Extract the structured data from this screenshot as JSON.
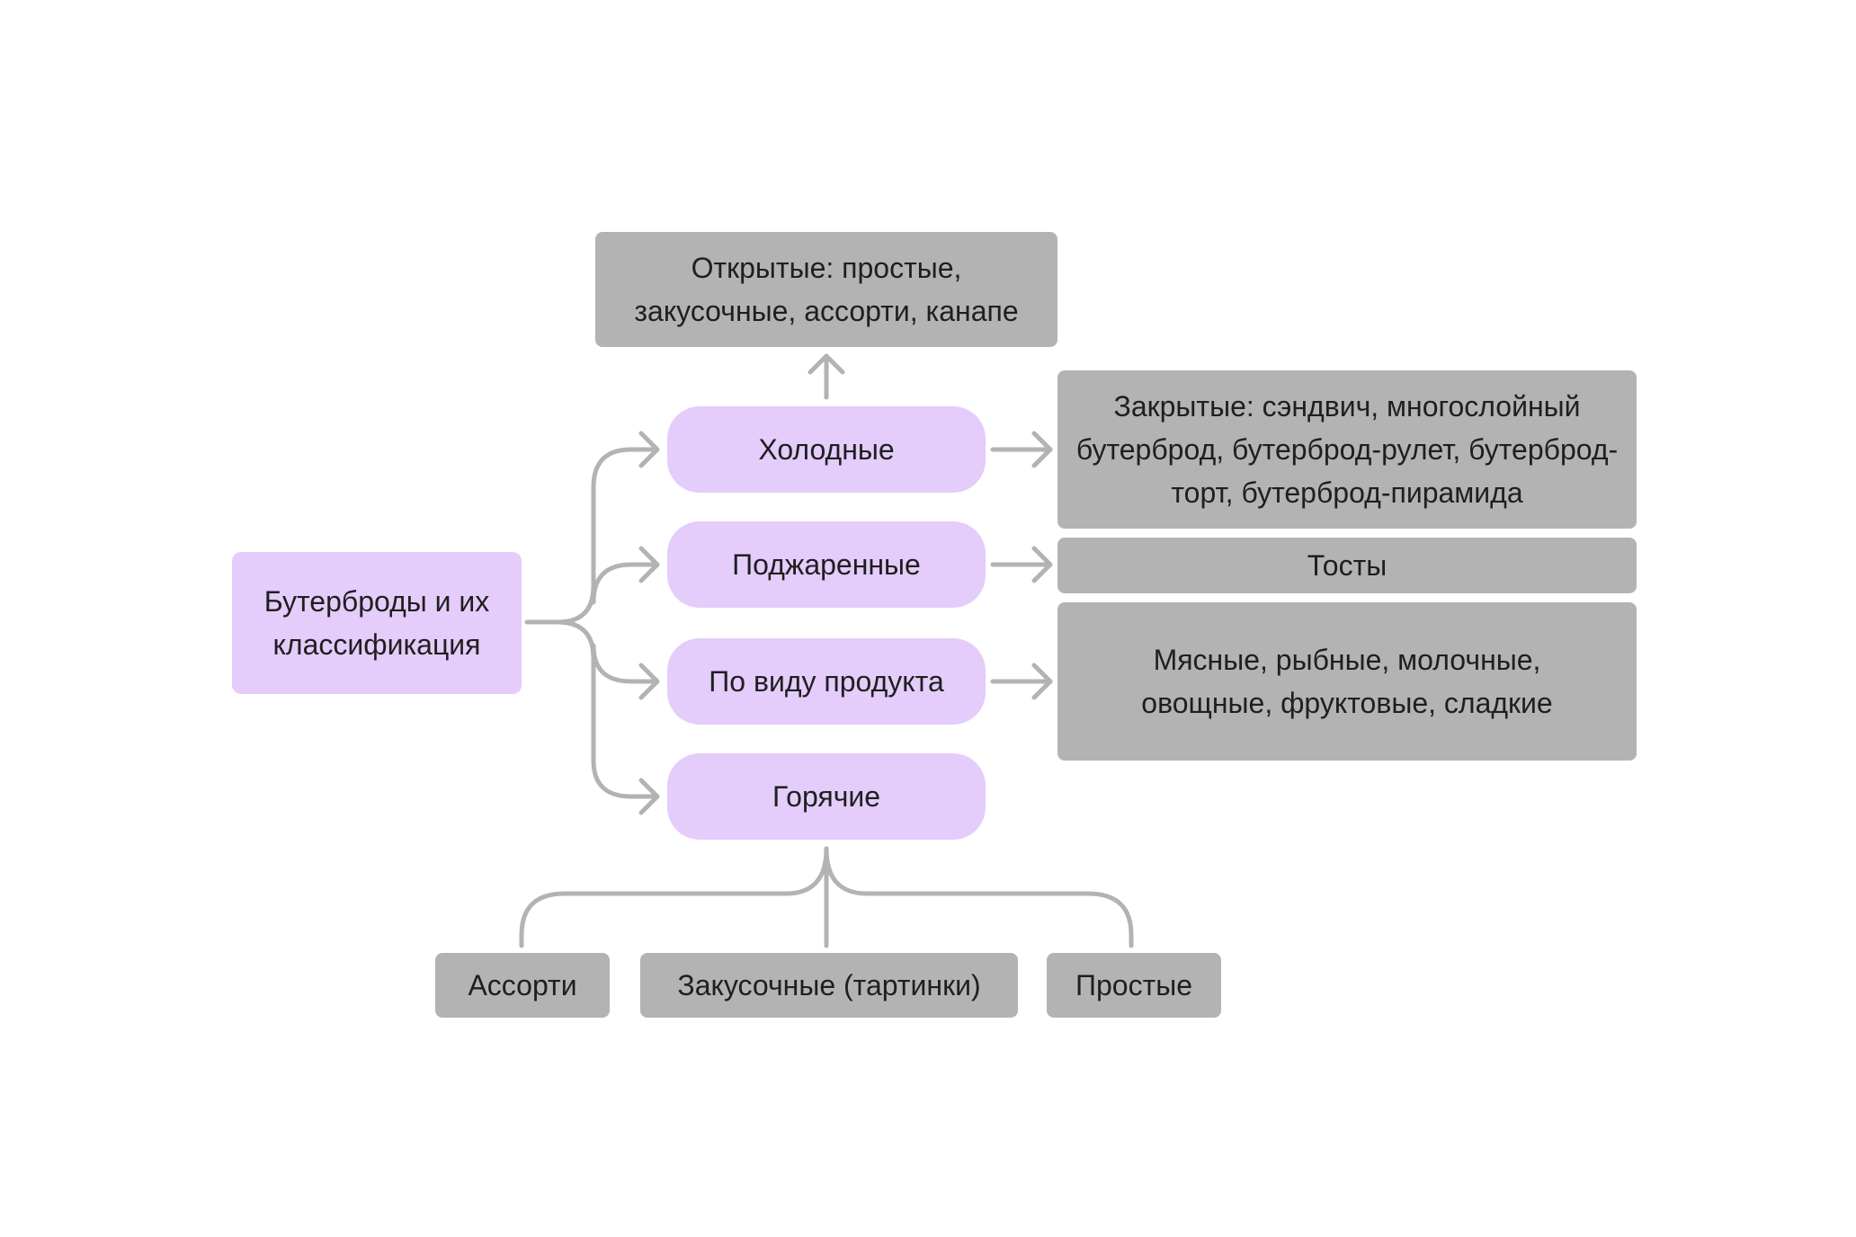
{
  "colors": {
    "category_fill": "#e4ccfb",
    "leaf_fill": "#b3b3b3",
    "connector": "#b3b3b3",
    "text": "#1f1f1f",
    "background": "#ffffff"
  },
  "root": {
    "label": "Бутерброды и их классификация"
  },
  "categories": {
    "cold": "Холодные",
    "toasted": "Поджаренные",
    "by_product": "По виду продукта",
    "hot": "Горячие"
  },
  "leaves": {
    "open": "Открытые: простые, закусочные, ассорти, канапе",
    "closed": "Закрытые: сэндвич, многослойный бутерброд, бутерброд-рулет, бутерброд-торт, бутерброд-пирамида",
    "toasts": "Тосты",
    "products": "Мясные, рыбные, молочные, овощные, фруктовые, сладкие",
    "assorted": "Ассорти",
    "snack": "Закусочные (тартинки)",
    "simple": "Простые"
  }
}
